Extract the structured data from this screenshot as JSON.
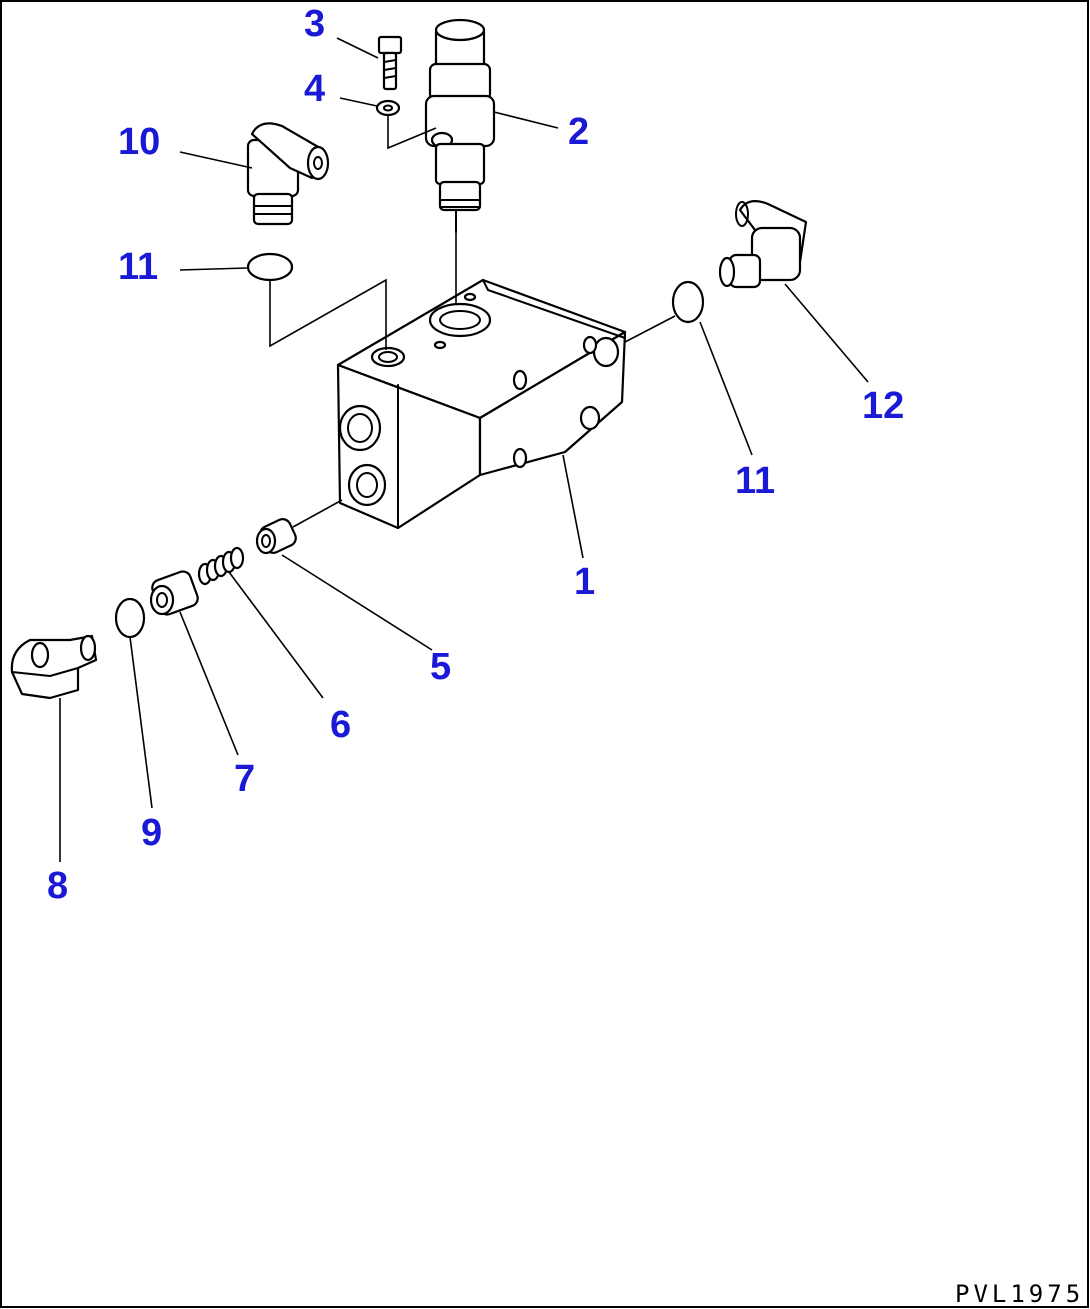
{
  "drawing_code": "PVL1975",
  "callouts": {
    "c1": "1",
    "c2": "2",
    "c3": "3",
    "c4": "4",
    "c5": "5",
    "c6": "6",
    "c7": "7",
    "c8": "8",
    "c9": "9",
    "c10": "10",
    "c11a": "11",
    "c11b": "11",
    "c12": "12"
  },
  "colors": {
    "callout": "#1a1ad6",
    "line": "#000000",
    "background": "#ffffff"
  }
}
